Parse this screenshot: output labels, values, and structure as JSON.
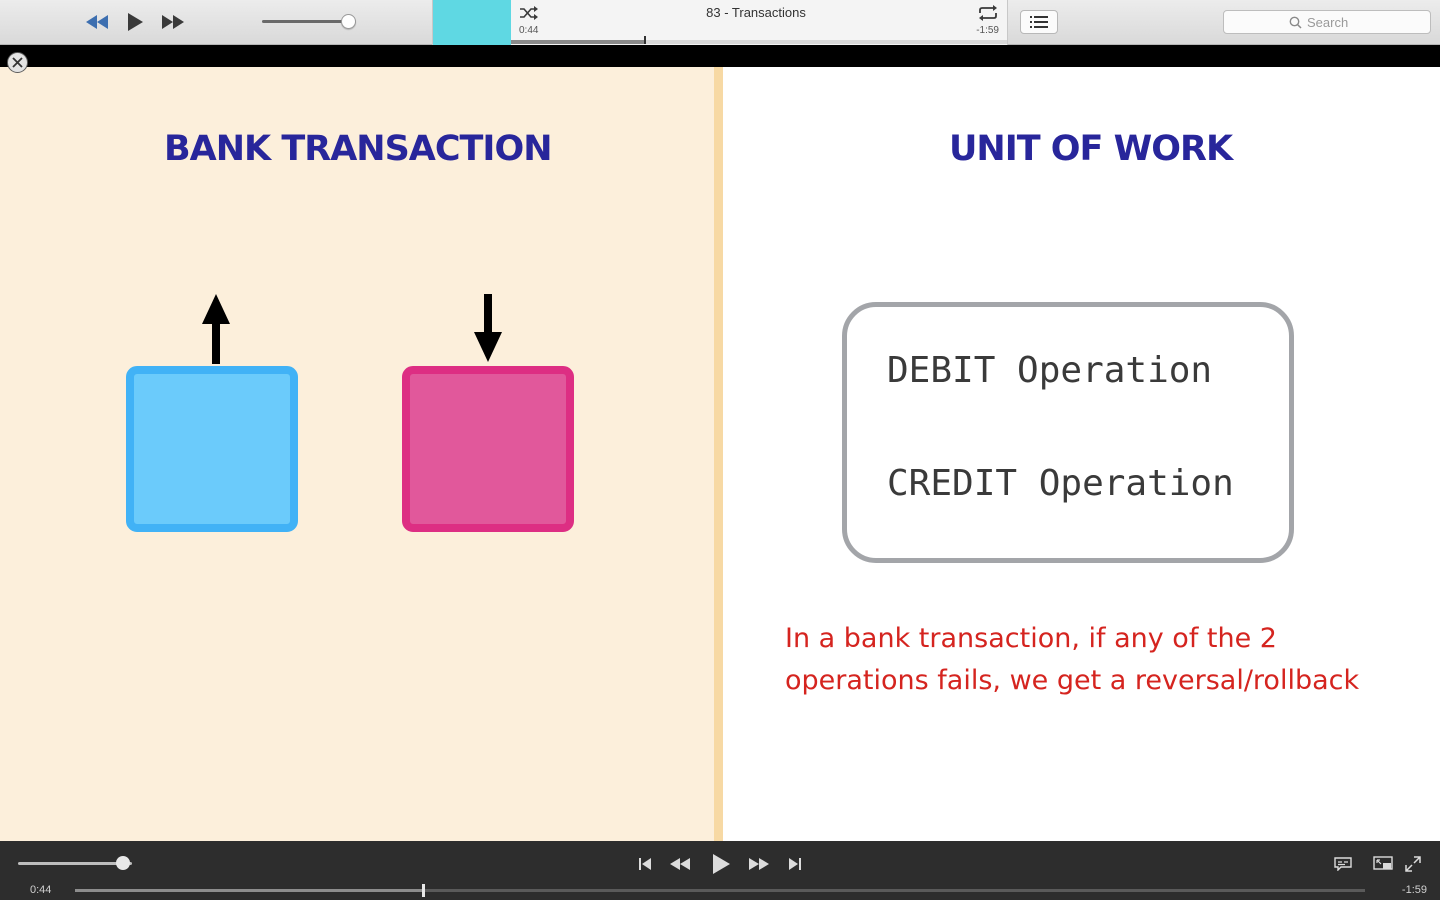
{
  "toolbar": {
    "now_playing_title": "83 - Transactions",
    "elapsed": "0:44",
    "remaining": "-1:59",
    "progress": 0.27,
    "volume": 0.92,
    "search_placeholder": "Search",
    "artwork_color": "#5fd8e3"
  },
  "slide": {
    "left": {
      "heading": "BANK TRANSACTION",
      "background": "#fcefdb",
      "boxes": [
        {
          "name": "blue-box",
          "color": "#6bcbfb",
          "arrow": "up"
        },
        {
          "name": "pink-box",
          "color": "#e1589b",
          "arrow": "down"
        }
      ]
    },
    "right": {
      "heading": "UNIT OF WORK",
      "operations": [
        "DEBIT Operation",
        "CREDIT Operation"
      ],
      "note_line1": "In a bank transaction, if any of the 2",
      "note_line2": "operations fails, we get a reversal/rollback",
      "note_color": "#d5241f"
    },
    "heading_color": "#28269b"
  },
  "player": {
    "elapsed": "0:44",
    "remaining": "-1:59",
    "progress": 0.27,
    "volume": 0.92
  }
}
